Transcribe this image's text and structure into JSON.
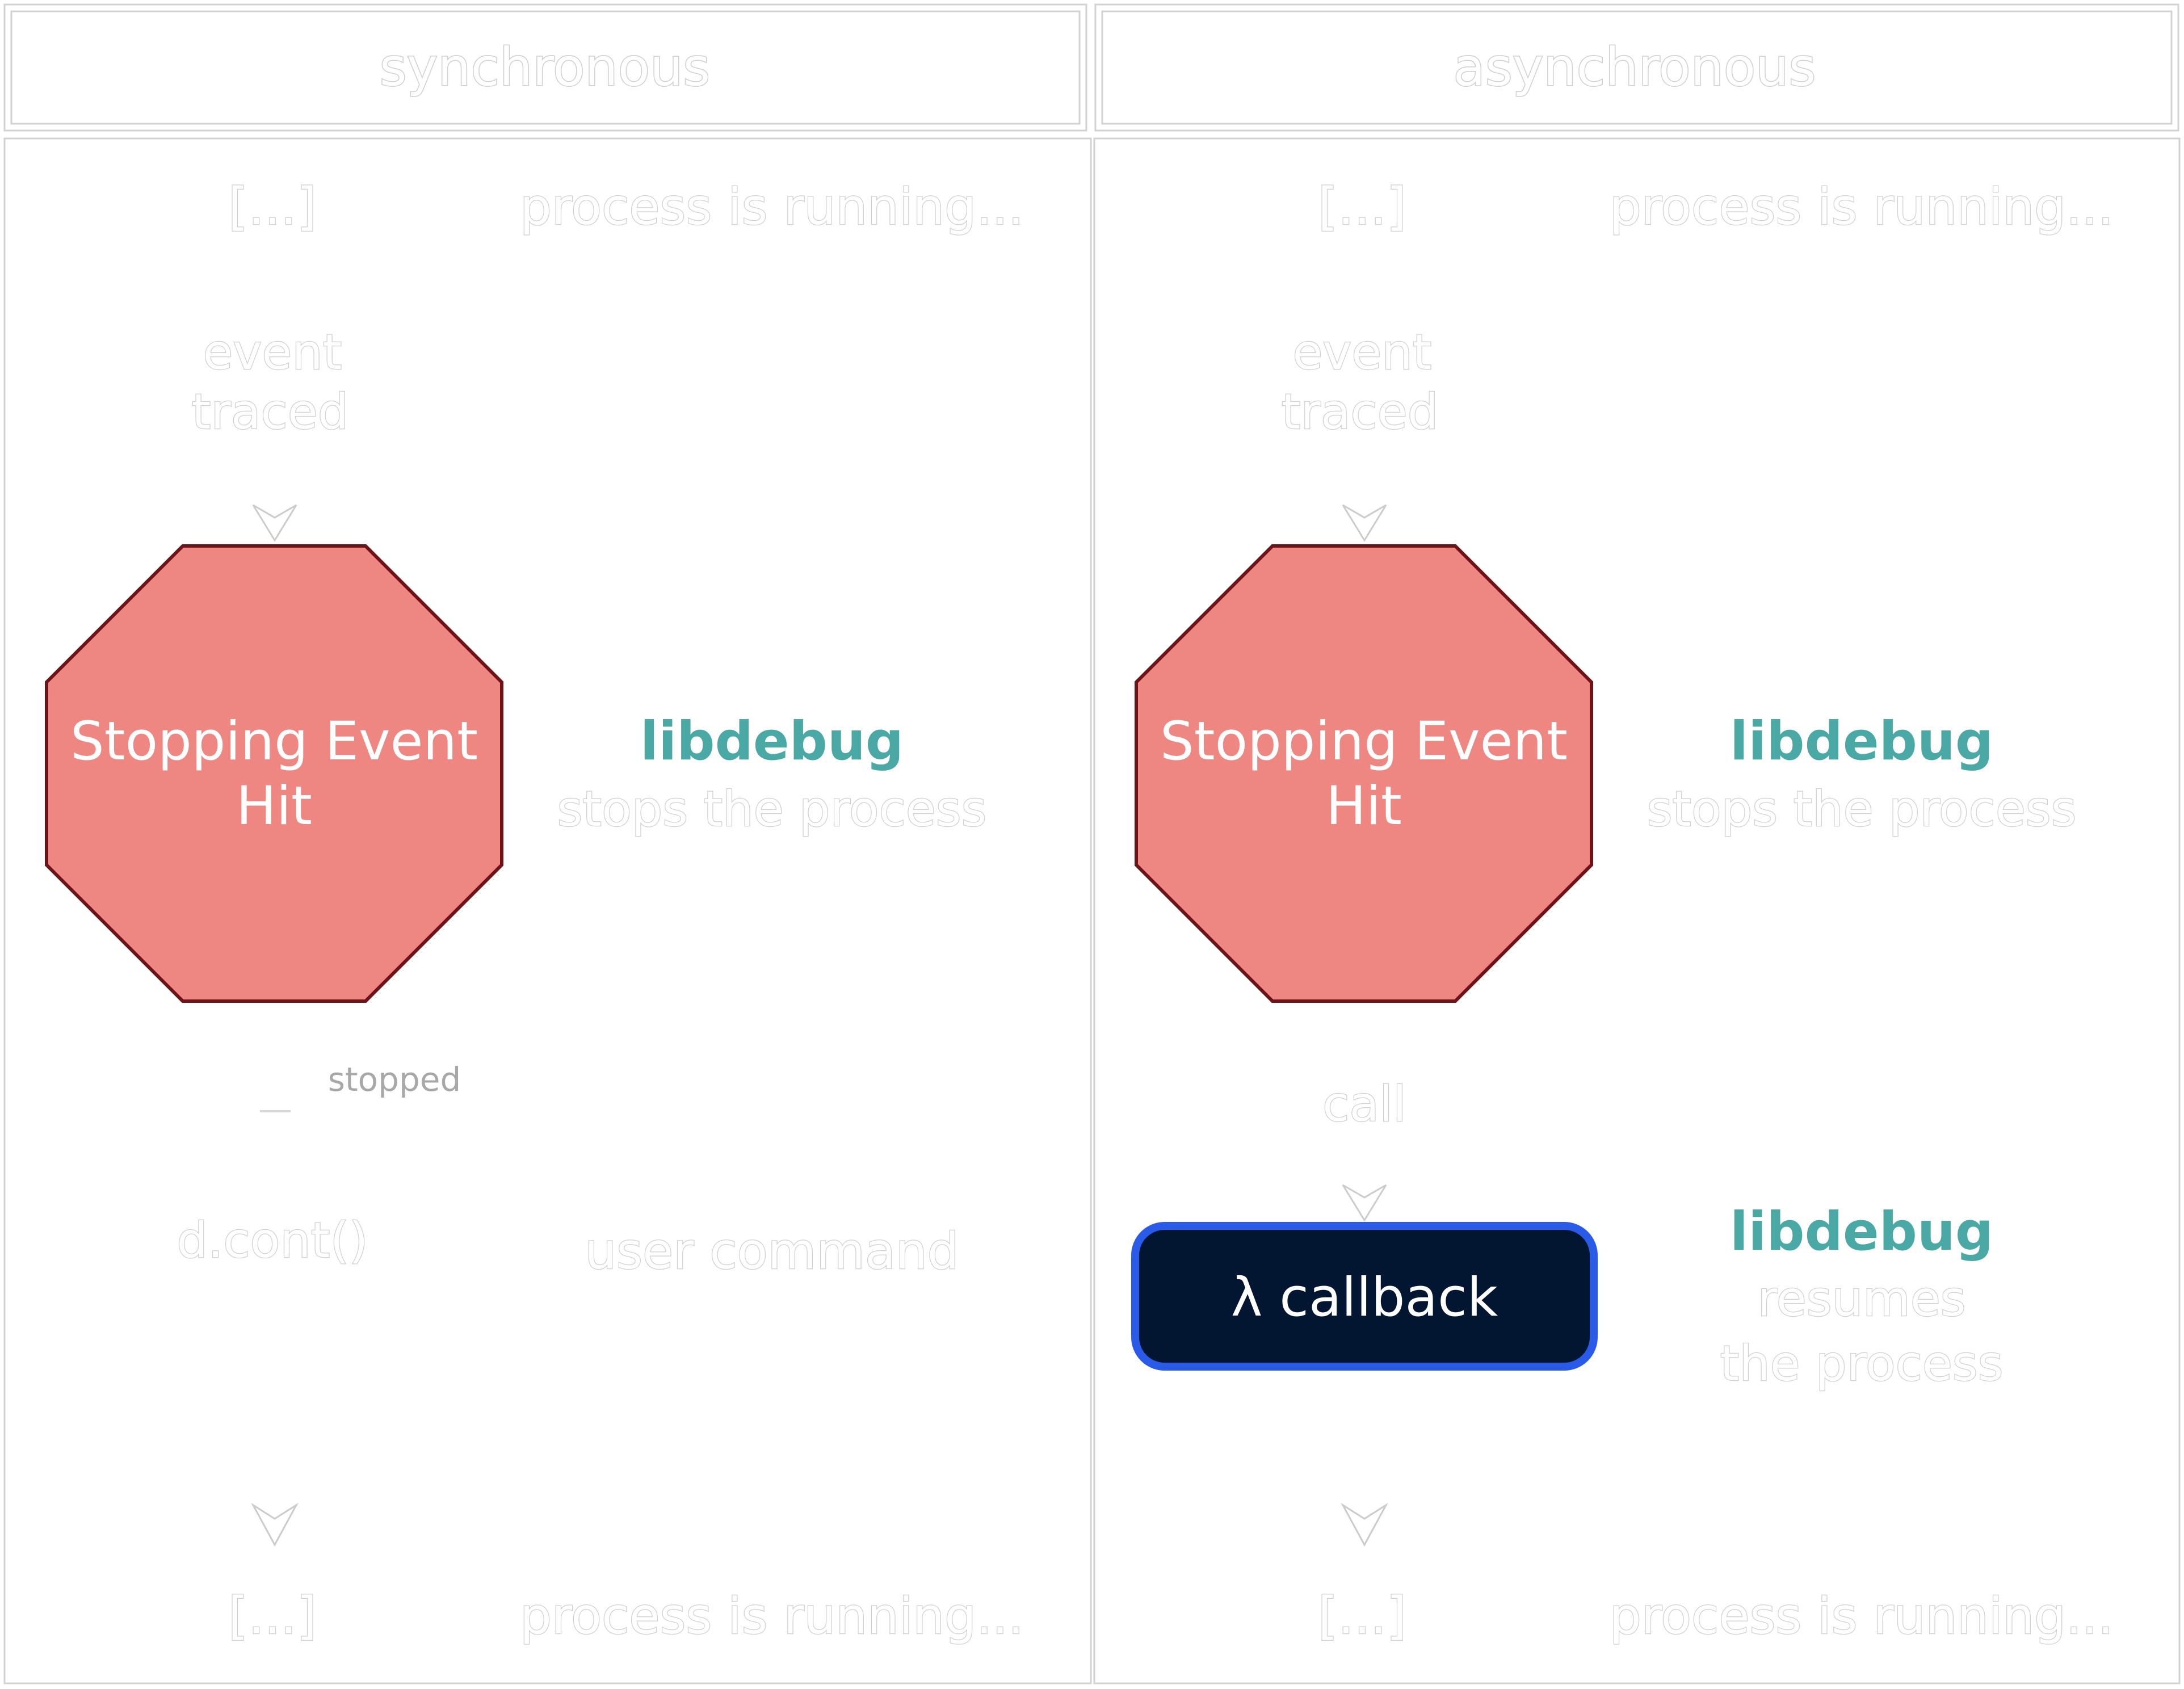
{
  "columns": [
    {
      "header": "synchronous",
      "top_ellipsis": "[...]",
      "top_status": "process is running...",
      "event_label_1": "event",
      "event_label_2": "traced",
      "stop_title_1": "Stopping Event",
      "stop_title_2": "Hit",
      "lib_name": "libdebug",
      "lib_action_1": "stops the process",
      "mid_label": "stopped",
      "command": "d.cont()",
      "command_note": "user command",
      "bottom_ellipsis": "[...]",
      "bottom_status": "process is running..."
    },
    {
      "header": "asynchronous",
      "top_ellipsis": "[...]",
      "top_status": "process is running...",
      "event_label_1": "event",
      "event_label_2": "traced",
      "stop_title_1": "Stopping Event",
      "stop_title_2": "Hit",
      "lib_name": "libdebug",
      "lib_action_1": "stops the process",
      "mid_label": "call",
      "callback": "λ callback",
      "lib2_name": "libdebug",
      "lib2_action_1": "resumes",
      "lib2_action_2": "the process",
      "bottom_ellipsis": "[...]",
      "bottom_status": "process is running..."
    }
  ],
  "colors": {
    "stop_fill": "#ee8682",
    "stop_stroke": "#6e1418",
    "callback_fill": "#021631",
    "callback_stroke": "#2a5ae8",
    "accent_teal": "#4aa9a4"
  }
}
